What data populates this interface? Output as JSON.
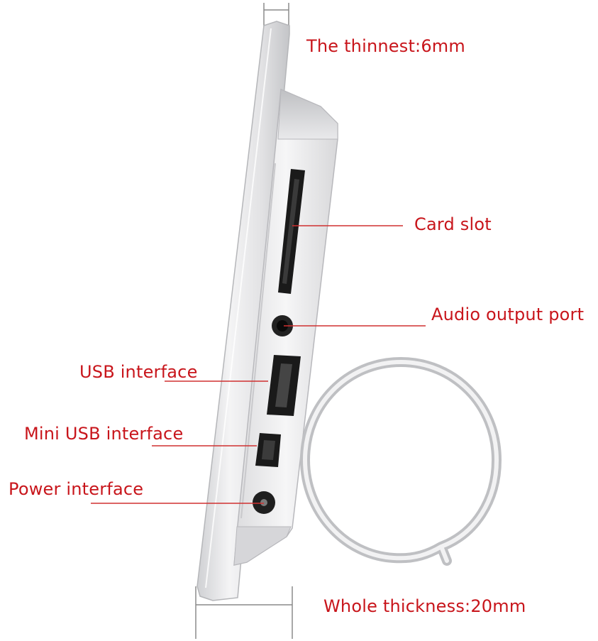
{
  "diagram": {
    "labels": {
      "thinnest": "The thinnest:6mm",
      "card_slot": "Card slot",
      "audio": "Audio output port",
      "usb": "USB interface",
      "mini_usb": "Mini USB interface",
      "power": "Power interface",
      "whole": "Whole thickness:20mm"
    },
    "colors": {
      "label": "#c8151b",
      "leader": "#d03030",
      "dimension": "#8a8a8a",
      "body": "#e6e6e8",
      "body_edge": "#b8b8bc",
      "port": "#1a1a1a"
    }
  }
}
